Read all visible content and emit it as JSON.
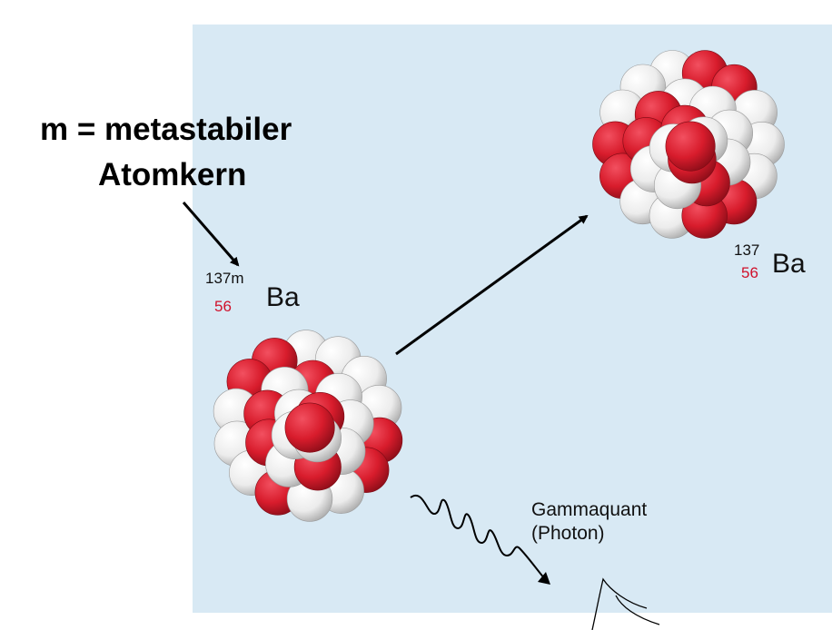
{
  "annotation": {
    "line1": "m = metastabiler",
    "line2": "Atomkern"
  },
  "nucleus_left": {
    "mass": "137m",
    "z": "56",
    "symbol": "Ba"
  },
  "nucleus_right": {
    "mass": "137",
    "z": "56",
    "symbol": "Ba"
  },
  "photon_label": {
    "line1": "Gammaquant",
    "line2": "(Photon)"
  },
  "colors": {
    "background": "#d8e9f4",
    "proton": "#d81c2c",
    "neutron": "#f2f2f2",
    "atomic_number": "#d0102a",
    "ink": "#000000"
  }
}
